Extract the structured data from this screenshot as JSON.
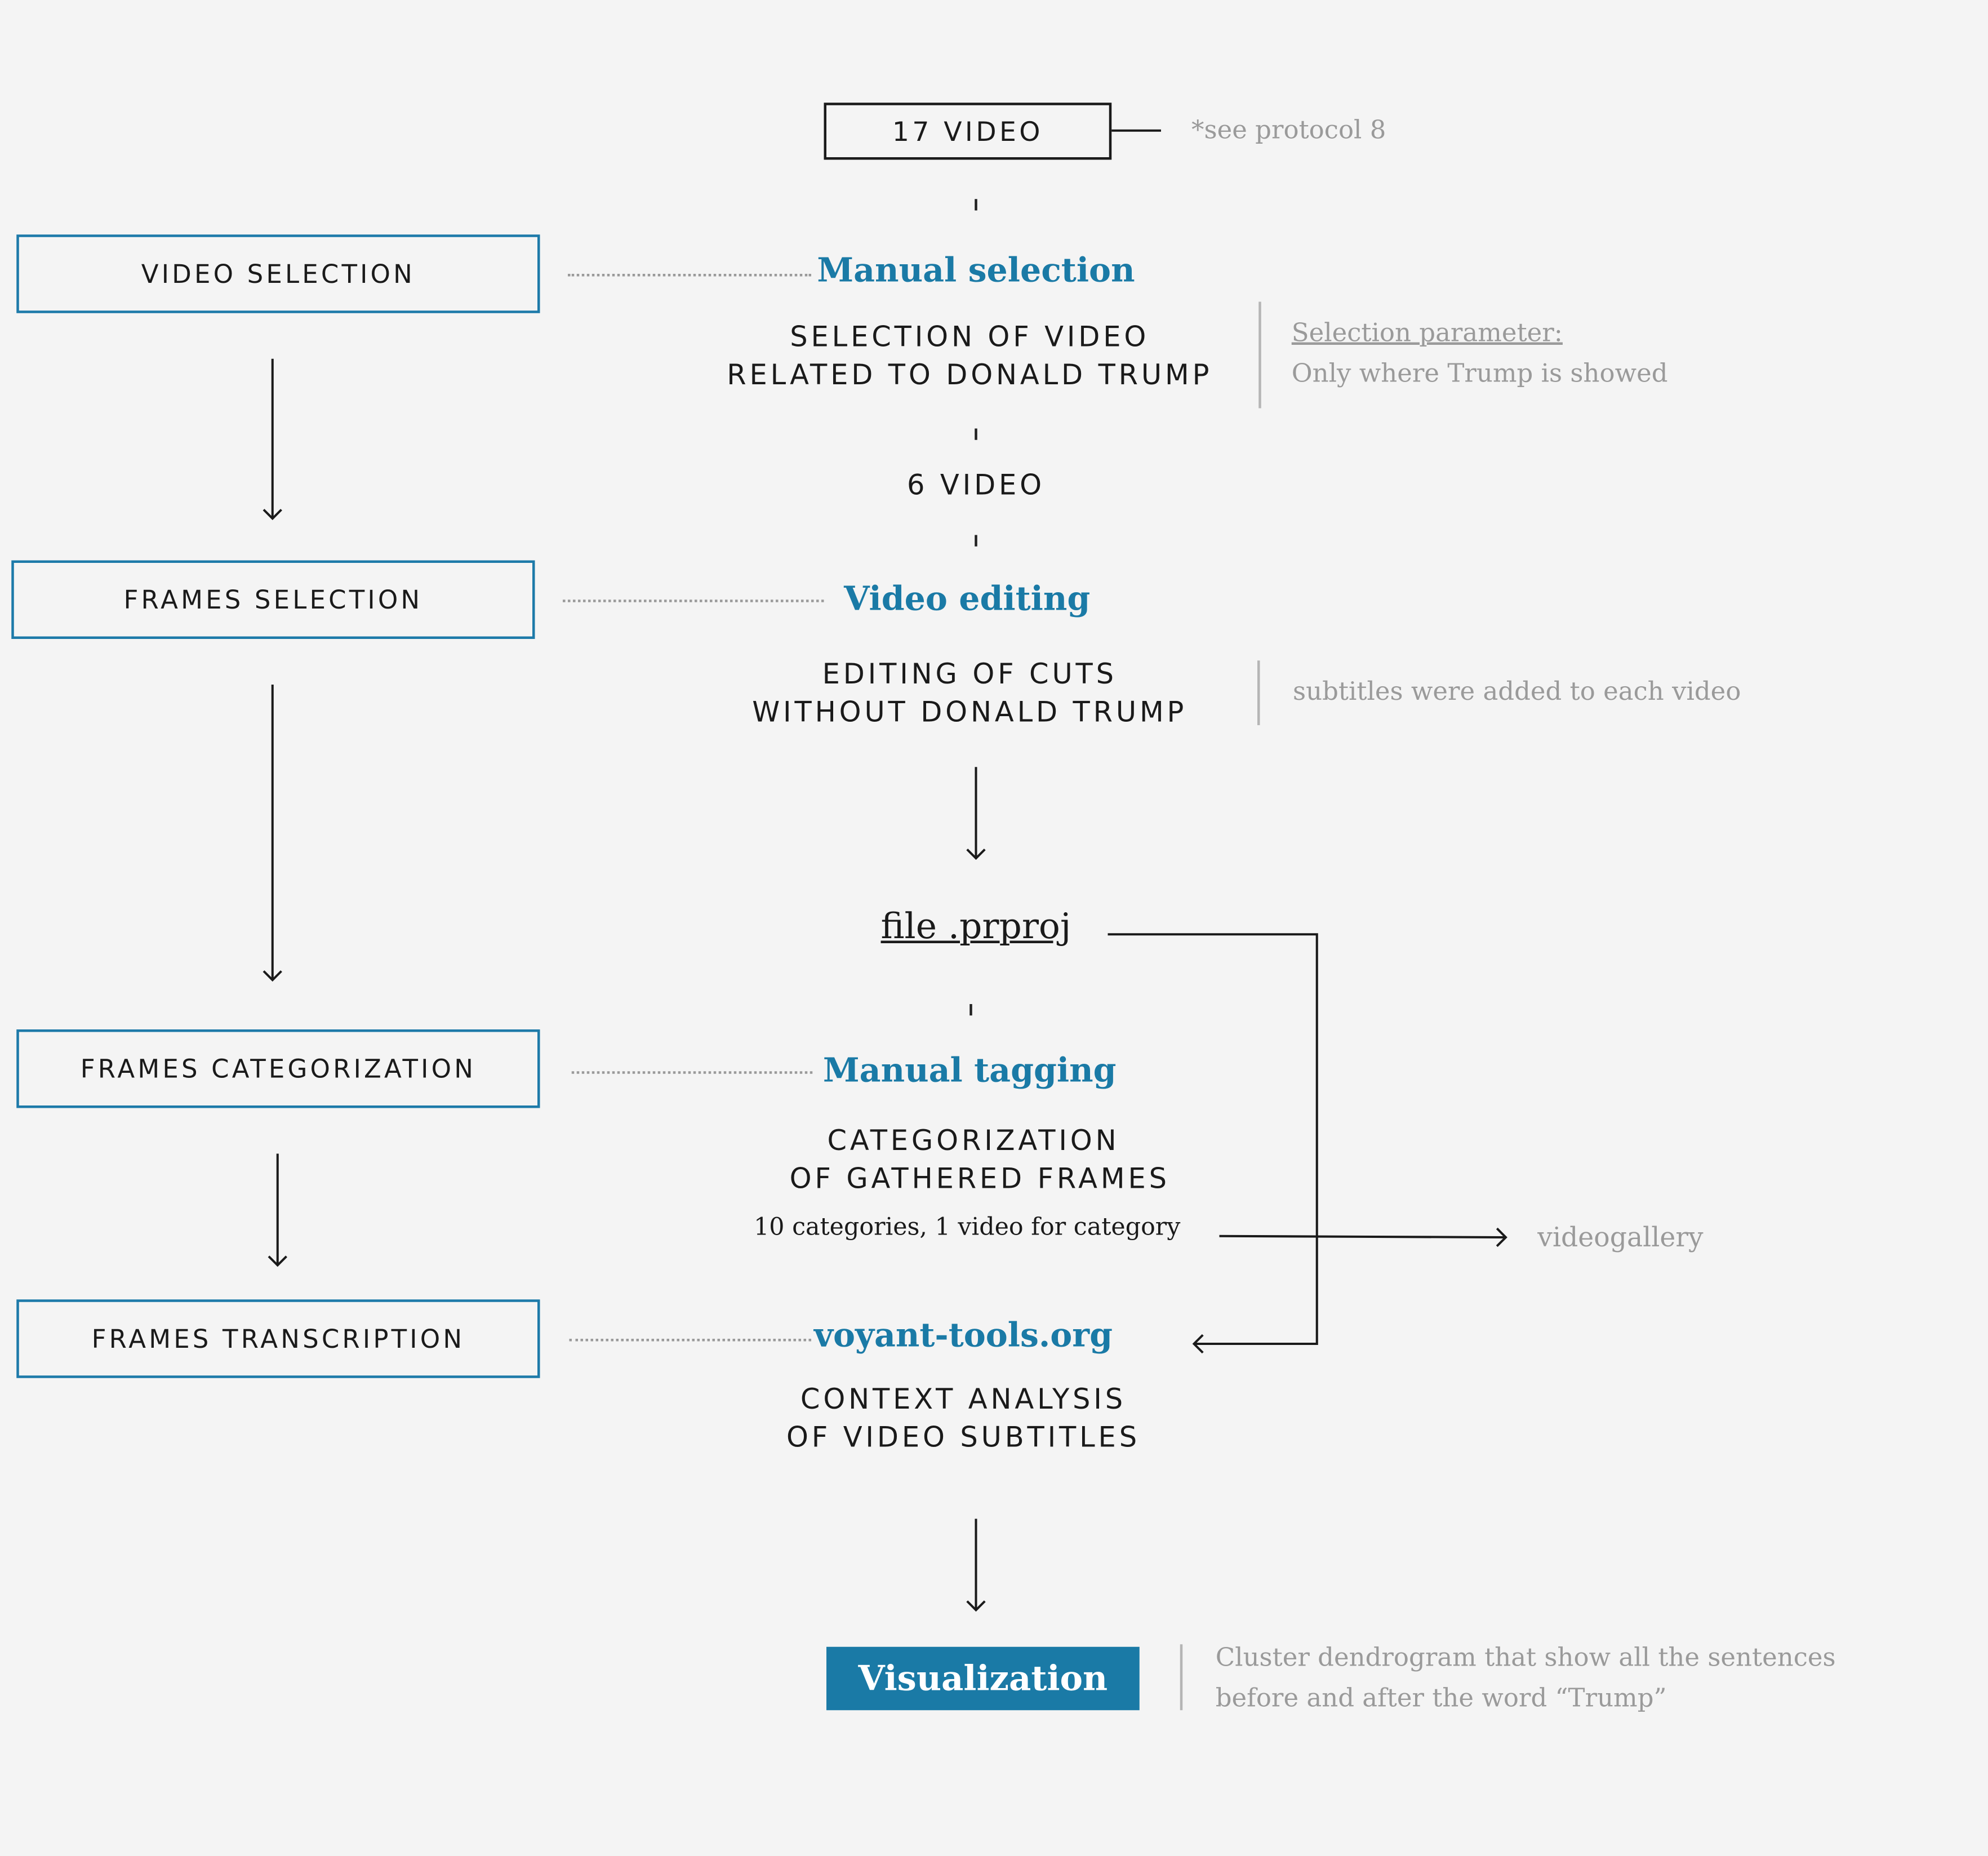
{
  "top": {
    "video_count_box": "17 VIDEO",
    "protocol_note": "*see protocol 8"
  },
  "phases": [
    {
      "label": "VIDEO SELECTION"
    },
    {
      "label": "FRAMES SELECTION"
    },
    {
      "label": "FRAMES CATEGORIZATION"
    },
    {
      "label": "FRAMES TRANSCRIPTION"
    }
  ],
  "steps": {
    "selection": {
      "method": "Manual selection",
      "line1": "SELECTION OF VIDEO",
      "line2": "RELATED TO DONALD TRUMP",
      "note_heading": "Selection parameter:",
      "note_text": "Only where Trump is showed"
    },
    "count_after": "6 VIDEO",
    "editing": {
      "method": "Video editing",
      "line1": "EDITING OF CUTS",
      "line2": "WITHOUT DONALD TRUMP",
      "note_text": "subtitles were added to each video"
    },
    "file": "file .prproj",
    "tagging": {
      "method": "Manual tagging",
      "line1": "CATEGORIZATION",
      "line2": "OF GATHERED FRAMES",
      "detail": "10 categories, 1 video for category",
      "output": "videogallery"
    },
    "analysis": {
      "method": "voyant-tools.org",
      "line1": "CONTEXT ANALYSIS",
      "line2": "OF VIDEO SUBTITLES"
    },
    "visualization": {
      "label": "Visualization",
      "note_line1": "Cluster dendrogram that show all the sentences",
      "note_line2": "before and after the word “Trump”"
    }
  },
  "colors": {
    "accent": "#1a7aa6",
    "box_border": "#1d7aa9",
    "text": "#1a1a1a",
    "note": "#9a9a9a",
    "background": "#f4f4f4"
  }
}
